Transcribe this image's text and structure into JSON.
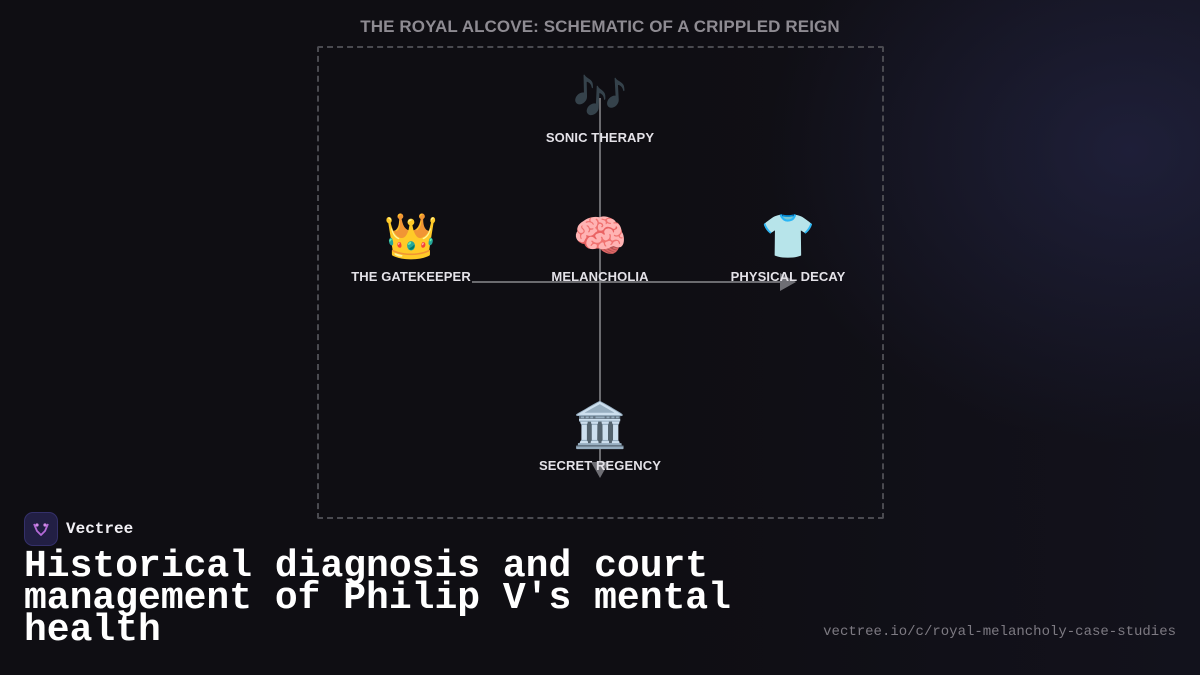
{
  "diagram": {
    "title": "THE ROYAL ALCOVE: SCHEMATIC OF A CRIPPLED REIGN",
    "nodes": {
      "top": {
        "icon": "musical-notes-icon",
        "emoji": "🎶",
        "label": "SONIC THERAPY"
      },
      "left": {
        "icon": "crown-icon",
        "emoji": "👑",
        "label": "THE GATEKEEPER"
      },
      "center": {
        "icon": "brain-icon",
        "emoji": "🧠",
        "label": "MELANCHOLIA"
      },
      "right": {
        "icon": "shirt-icon",
        "emoji": "👕",
        "label": "PHYSICAL DECAY"
      },
      "bottom": {
        "icon": "classical-building-icon",
        "emoji": "🏛️",
        "label": "SECRET REGENCY"
      }
    },
    "edges": [
      {
        "from": "top",
        "to": "bottom",
        "arrow": "bottom"
      },
      {
        "from": "left",
        "to": "right",
        "arrow": "right"
      }
    ]
  },
  "footer": {
    "brand_name": "Vectree",
    "brand_icon": "vectree-logo-icon",
    "headline": "Historical diagnosis and court management of Philip V's mental health",
    "url": "vectree.io/c/royal-melancholy-case-studies"
  },
  "colors": {
    "background": "#0f0e13",
    "title": "#8e8b92",
    "frame": "#4a4a50",
    "connector": "#8a8a8e",
    "brand_logo_bg": "#221f44",
    "brand_logo_mark": "#b46ad8"
  }
}
